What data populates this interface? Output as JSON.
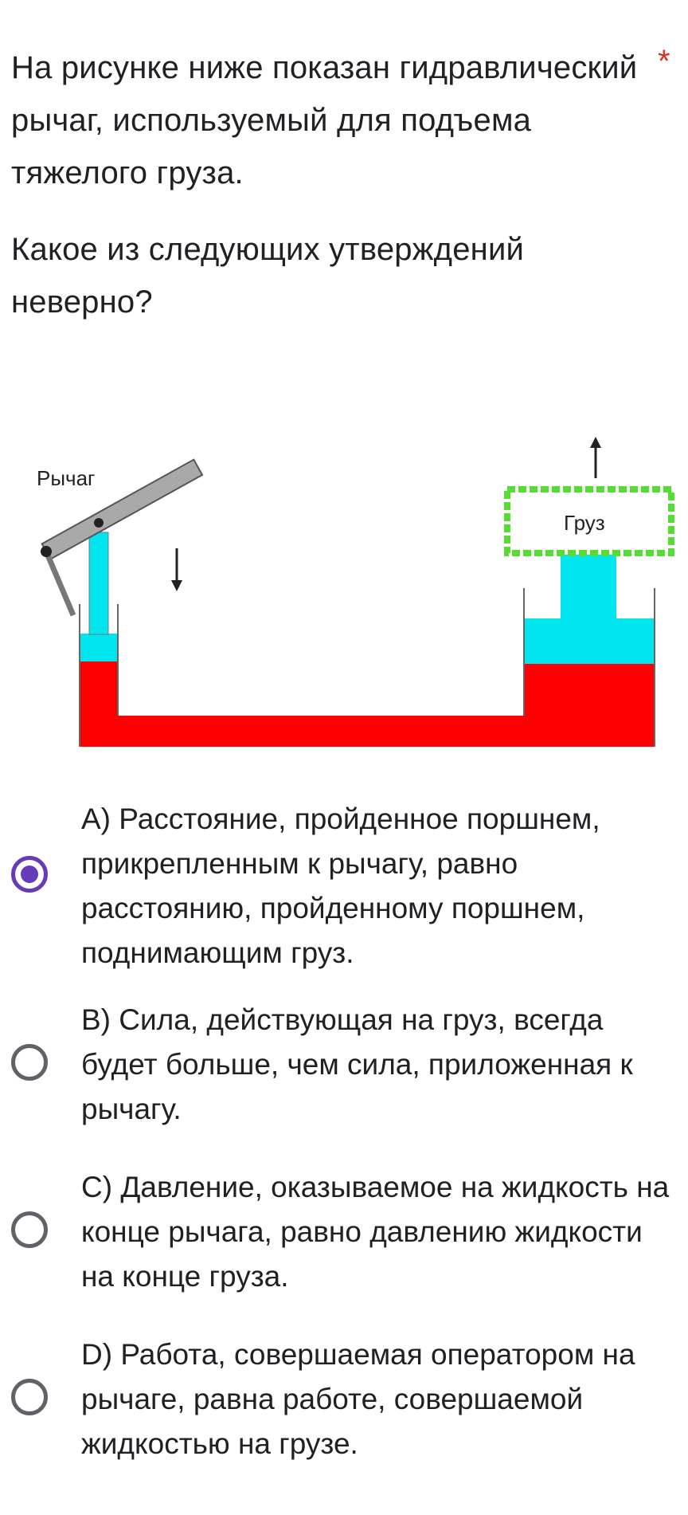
{
  "question": {
    "line1": "На рисунке ниже показан гидравлический рычаг, используемый для подъема тяжелого груза.",
    "line2": "Какое из следующих утверждений неверно?",
    "required_marker": "*"
  },
  "diagram": {
    "lever_label": "Рычаг",
    "load_label": "Груз"
  },
  "options": [
    {
      "text": "A) Расстояние, пройденное поршнем, прикрепленным к рычагу, равно расстоянию, пройденному поршнем, поднимающим груз.",
      "selected": true
    },
    {
      "text": "B) Сила, действующая на груз, всегда будет больше, чем сила, приложенная к рычагу.",
      "selected": false
    },
    {
      "text": "C) Давление, оказываемое на жидкость на конце рычага, равно давлению жидкости на конце груза.",
      "selected": false
    },
    {
      "text": "D) Работа, совершаемая оператором на рычаге, равна работе, совершаемой жидкостью на грузе.",
      "selected": false
    }
  ],
  "colors": {
    "accent": "#673ab7",
    "required": "#d93025",
    "fluid": "#ff0000",
    "piston": "#00e5ee",
    "load_frame": "#55dd33",
    "lever": "#a9a9a9"
  }
}
